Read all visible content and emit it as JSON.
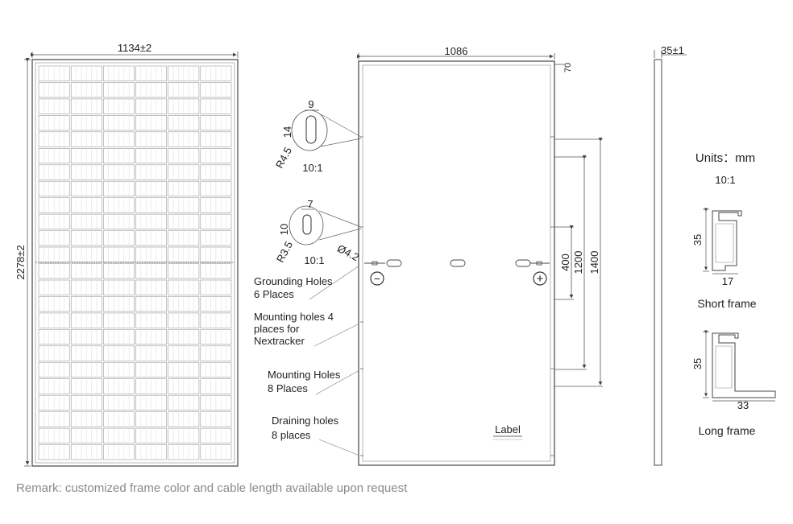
{
  "front_view": {
    "width_label": "1134±2",
    "height_label": "2278±2",
    "columns": 6,
    "rows": 24
  },
  "back_view": {
    "width_label": "1086",
    "corner_label": "70",
    "dim_400": "400",
    "dim_1200": "1200",
    "dim_1400": "1400",
    "minus_symbol": "−",
    "plus_symbol": "+",
    "label_text": "Label"
  },
  "detail_grounding": {
    "width": "9",
    "height": "14",
    "radius": "R4.5",
    "scale": "10:1"
  },
  "detail_mounting": {
    "width": "7",
    "height": "10",
    "radius": "R3.5",
    "diameter": "Ø4.2",
    "scale": "10:1"
  },
  "callouts": {
    "grounding_line1": "Grounding Holes",
    "grounding_line2": "6 Places",
    "nextracker_line1": "Mounting holes 4",
    "nextracker_line2": "places for",
    "nextracker_line3": "Nextracker",
    "mounting_line1": "Mounting Holes",
    "mounting_line2": "8 Places",
    "draining_line1": "Draining holes",
    "draining_line2": "8 places"
  },
  "side_view": {
    "thickness_label": "35±1"
  },
  "frames": {
    "units": "Units：mm",
    "scale": "10:1",
    "short_height": "35",
    "short_width": "17",
    "short_name": "Short frame",
    "long_height": "35",
    "long_width": "33",
    "long_name": "Long frame"
  },
  "remark": "Remark: customized frame color and cable length available upon request"
}
